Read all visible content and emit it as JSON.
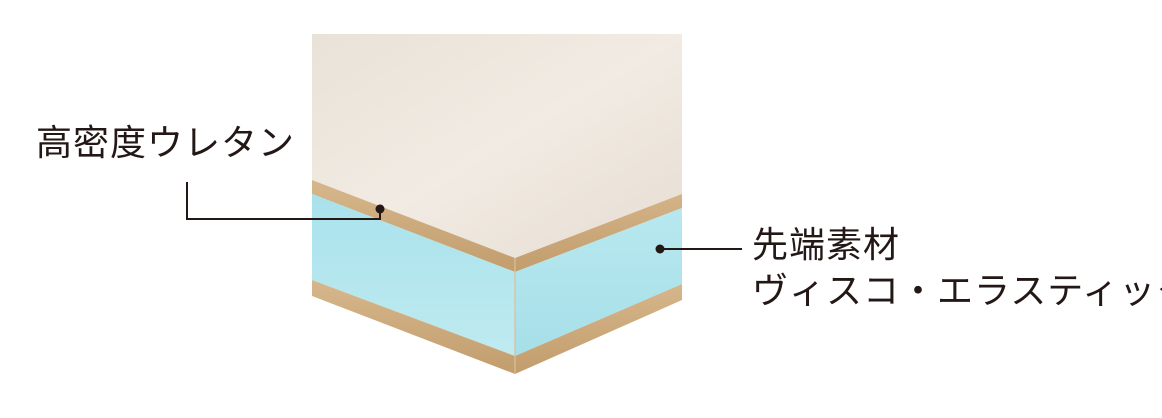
{
  "labels": {
    "left": "高密度ウレタン",
    "right_line1": "先端素材",
    "right_line2": "ヴィスコ・エラスティック"
  },
  "colors": {
    "top_foam": "#ede6dd",
    "side_foam": "#e4dace",
    "edge_layer": "#c9a87a",
    "viscoelastic_layer": "#b4e6ee",
    "leader_line": "#231815",
    "text": "#231815"
  }
}
